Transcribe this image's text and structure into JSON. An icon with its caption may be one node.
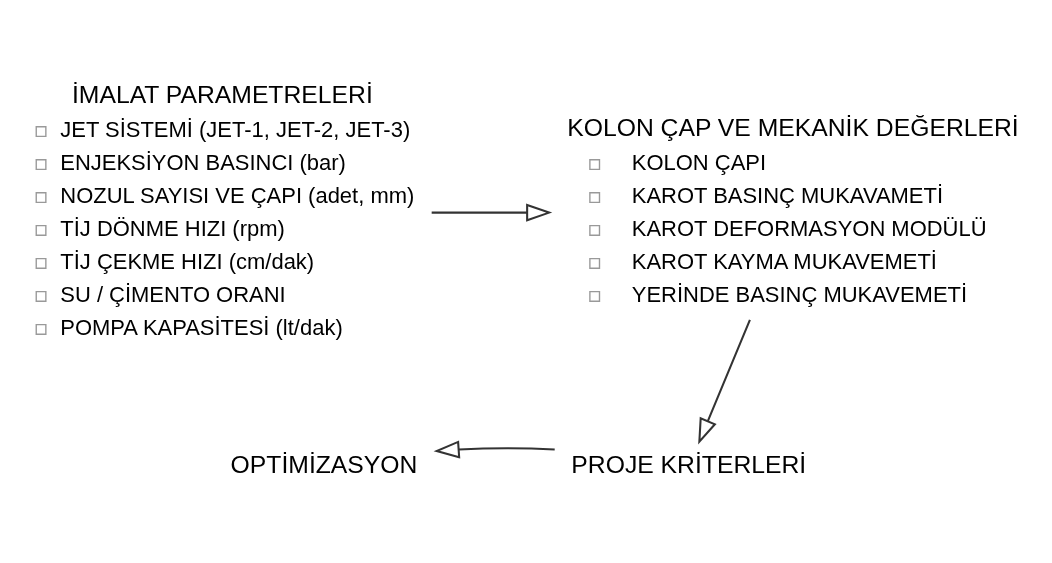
{
  "diagram": {
    "nodes": [
      {
        "text": [
          "İMALAT PARAMETRELERİ",
          "JET SİSTEMİ (JET-1, JET-2, JET-3)",
          "ENJEKSİYON BASINCI (bar)",
          "NOZUL SAYISI VE ÇAPI (adet, mm)",
          "TİJ DÖNME HIZI (rpm)",
          "TİJ ÇEKME HIZI (cm/dak)",
          "SU / ÇİMENTO ORANI",
          "POMPA KAPASİTESİ (lt/dak)"
        ]
      },
      {
        "text": [
          "KOLON ÇAP VE MEKANİK DEĞERLERİ",
          "KOLON ÇAPI",
          "KAROT BASINÇ MUKAVAMETİ",
          "KAROT DEFORMASYON MODÜLÜ",
          "KAROT KAYMA MUKAVEMETİ",
          "YERİNDE BASINÇ MUKAVEMETİ"
        ]
      },
      {
        "text": [
          "PROJE KRİTERLERİ"
        ]
      },
      {
        "text": [
          "OPTİMİZASYON"
        ]
      }
    ],
    "edges": [
      {
        "from": 0,
        "to": 1,
        "arrow": "to"
      },
      {
        "from": 1,
        "to": 2,
        "arrow": "to"
      },
      {
        "from": 2,
        "to": 3,
        "arrow": "to"
      }
    ]
  }
}
